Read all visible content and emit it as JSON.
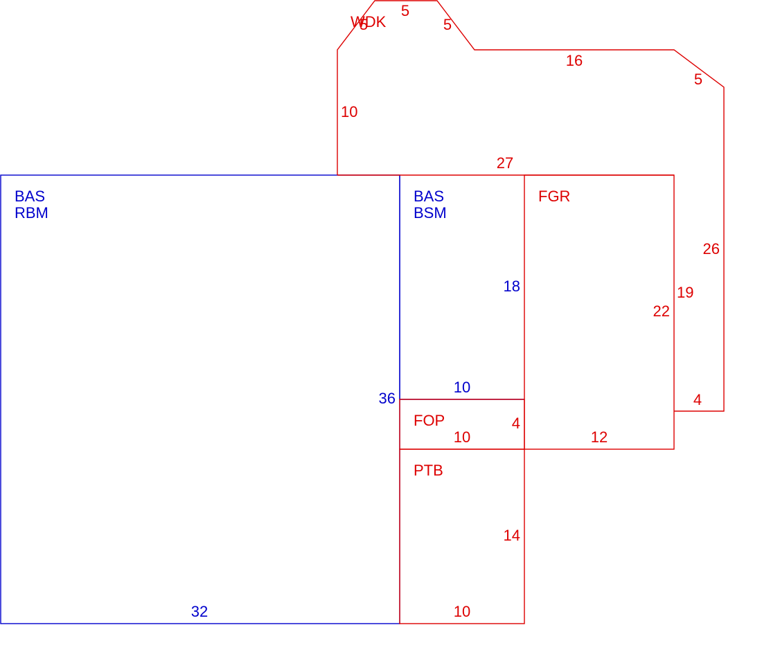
{
  "colors": {
    "living": "#0000cc",
    "other": "#dd0000",
    "background": "#ffffff"
  },
  "areas": {
    "rbm": {
      "code": "BAS",
      "sub": "RBM",
      "bottom": "32",
      "right": "36"
    },
    "bsm": {
      "code": "BAS",
      "sub": "BSM",
      "right": "18",
      "bottom": "10"
    },
    "fop": {
      "code": "FOP",
      "bottom": "10",
      "right": "4"
    },
    "ptb": {
      "code": "PTB",
      "right": "14",
      "bottom": "10"
    },
    "fgr": {
      "code": "FGR",
      "right": "22",
      "bottom": "12"
    },
    "wdk": {
      "code": "WDK",
      "left": "10",
      "upper_left_diag": "5",
      "top": "5",
      "upper_right_diag": "5",
      "upper_run": "16",
      "right_diag": "5",
      "right": "26",
      "bottom_step": "4",
      "inner_right": "19",
      "base": "27"
    }
  }
}
